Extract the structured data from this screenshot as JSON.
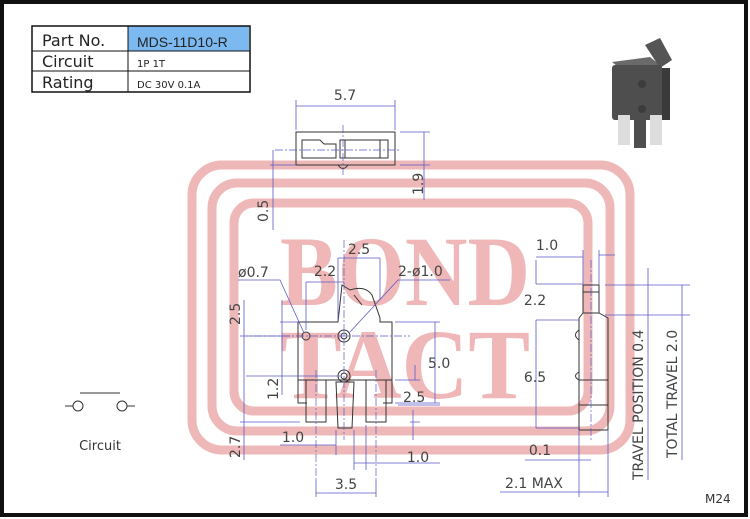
{
  "spec_table": {
    "rows": [
      {
        "label": "Part No.",
        "value": "MDS-11D10-R"
      },
      {
        "label": "Circuit",
        "value": "1P  1T"
      },
      {
        "label": "Rating",
        "value": "DC  30V  0.1A"
      }
    ],
    "highlight_color": "#7cb9f0"
  },
  "watermark": {
    "line1": "BOND",
    "line2": "TACT",
    "color": "#eaa0a0"
  },
  "top_view": {
    "width_dim": "5.7",
    "height_dim": "1.9",
    "offset_dim": "0.5"
  },
  "front_view": {
    "dims": {
      "hole_small": "ø0.7",
      "holes": "2-ø1.0",
      "actuator_width": "2.5",
      "hole_offset": "2.2",
      "actuator_height": "2.5",
      "body_height": "5.0",
      "terminal_pitch": "2.5",
      "hole_spacing": "1.2",
      "terminal_length": "2.7",
      "terminal_width_left": "1.0",
      "terminal_width_right": "1.0",
      "terminal_span": "3.5"
    }
  },
  "side_view": {
    "dims": {
      "plunger_width": "1.0",
      "plunger_height": "2.2",
      "body_height": "6.5",
      "offset": "0.1",
      "thickness": "2.1  MAX",
      "travel_position": "TRAVEL  POSITION  0.4",
      "total_travel": "TOTAL  TRAVEL  2.0"
    }
  },
  "circuit": {
    "label": "Circuit"
  },
  "drawing_code": "M24"
}
